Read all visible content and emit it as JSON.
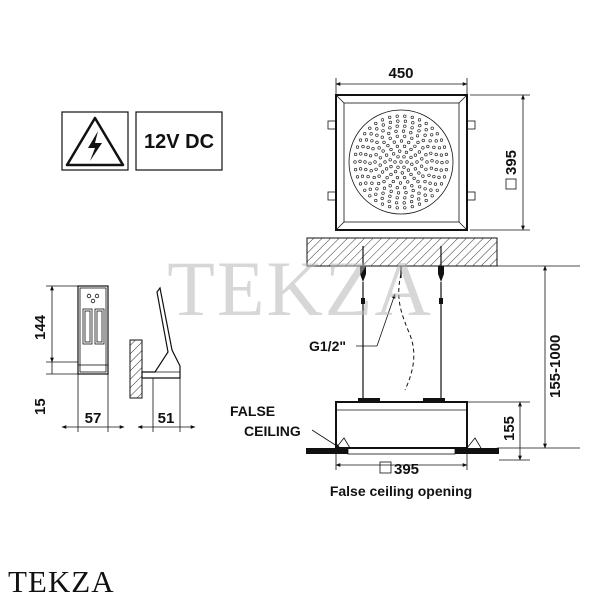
{
  "warning": {
    "voltage_label": "12V DC"
  },
  "top_view": {
    "width_label": "450",
    "depth_label": "395"
  },
  "remote": {
    "height_label": "144",
    "base_label": "15",
    "width_label": "57",
    "depth_label": "51"
  },
  "side_view": {
    "connection_label": "G1/2\"",
    "drop_range_label": "155-1000",
    "body_height_label": "155",
    "false_ceiling_line1": "FALSE",
    "false_ceiling_line2": "CEILING",
    "opening_size_label": "395",
    "opening_caption": "False ceiling opening"
  },
  "watermark": "TEKZA",
  "brand": "TEKZA"
}
